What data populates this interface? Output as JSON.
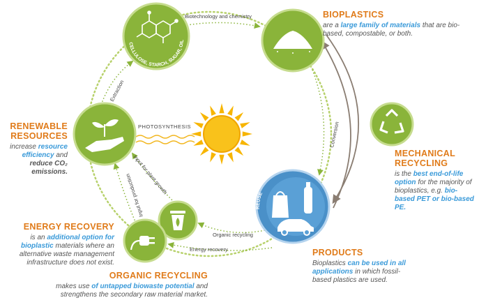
{
  "colors": {
    "green": "#8ab43a",
    "dark_green": "#6a9a2a",
    "orange": "#e07b1a",
    "blue": "#3a9ad9",
    "grey_arrow": "#8a7d72",
    "sun": "#f7b500"
  },
  "icons": {
    "molecule": "molecule-icon",
    "powder": "powder-pile-icon",
    "plant": "plant-in-hand-icon",
    "bin": "compost-bin-icon",
    "plug": "plug-icon",
    "recycle": "recycle-icon",
    "products": "products-icon",
    "sun": "sun-icon"
  },
  "nodes": {
    "molecule_caption": "CELLULOSE, STARCH, SUGAR, OILS",
    "reuse": "REUSE"
  },
  "edges": {
    "biotech": "Biotechnology and chemistry",
    "extraction": "Extraction",
    "conversion": "Conversion",
    "photosynthesis": "PHOTOSYNTHESIS",
    "plant_growth": "Input for plant growth",
    "production": "Input for production",
    "organic_recycling": "Organic recycling",
    "energy_recovery": "Energy recovery"
  },
  "bioplastics": {
    "heading": "BIOPLASTICS",
    "pre": "are a",
    "highlight": "large family of materials",
    "post": "that are bio-based, compostable, or both."
  },
  "renewable": {
    "heading1": "RENEWABLE",
    "heading2": "RESOURCES",
    "pre": "increase",
    "hl1": "resource efficiency",
    "mid": "and",
    "hl2": "reduce CO₂ emissions."
  },
  "mechanical": {
    "heading1": "MECHANICAL",
    "heading2": "RECYCLING",
    "pre": "is the",
    "hl1": "best end-of-life option",
    "mid": "for the majority of bioplastics, e.g.",
    "hl2": "bio-based PET or bio-based PE."
  },
  "energy": {
    "heading": "ENERGY RECOVERY",
    "pre": "is an",
    "hl1": "additional option for bioplastic",
    "post": "materials where an alternative waste management infrastructure does not exist."
  },
  "products": {
    "heading": "PRODUCTS",
    "pre": "Bioplastics",
    "hl1": "can be used in all applications",
    "post": "in which fossil-based plastics are used."
  },
  "organic": {
    "heading": "ORGANIC RECYCLING",
    "pre": "makes use",
    "hl1": "of untapped biowaste potential",
    "post": "and strengthens the secondary raw material market."
  }
}
